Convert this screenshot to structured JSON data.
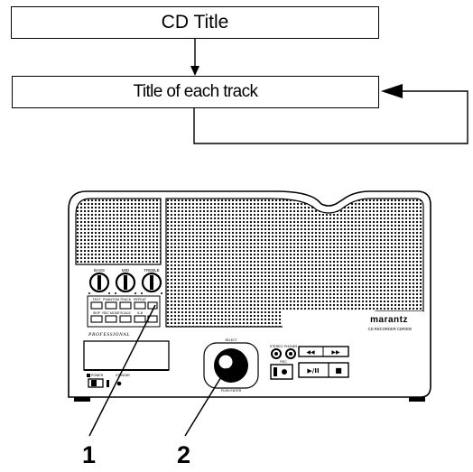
{
  "flowchart": {
    "step1": "CD Title",
    "step2": "Title of each track"
  },
  "device": {
    "brand": "marantz",
    "model": "CD RECORDER CDR300",
    "series": "PROFESSIONAL",
    "knob_labels": [
      "BASS",
      "MID",
      "TREBLE"
    ],
    "button_labels": [
      "TEXT",
      "PHANTOM",
      "TRACK",
      "REPEAT",
      "SKIP",
      "REC MODE",
      "SCALE",
      "A-B"
    ],
    "dial_labels": [
      "SELECT",
      "PUSH ENTER"
    ],
    "jack_labels": [
      "STEREO",
      "PHONES"
    ],
    "misc_labels": [
      "POWER",
      "STANDBY",
      "REC"
    ],
    "transport_labels": [
      "◀◀",
      "▶▶",
      "▶/II",
      "■"
    ]
  },
  "callouts": [
    "1",
    "2"
  ]
}
